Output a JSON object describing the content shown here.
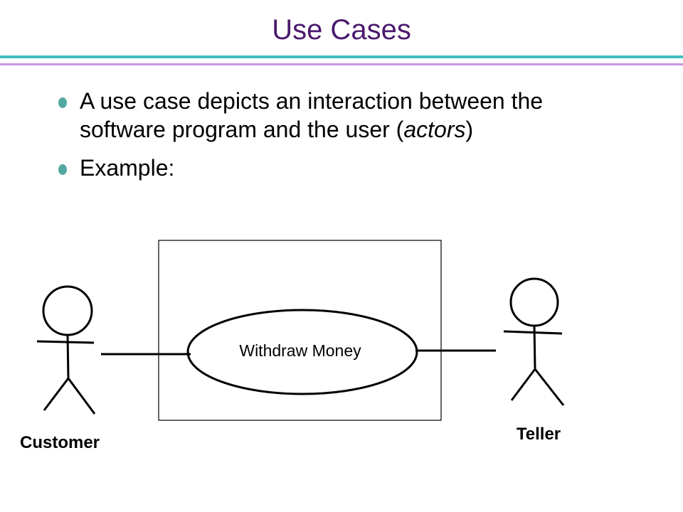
{
  "slide": {
    "title": "Use Cases"
  },
  "bullets": [
    {
      "text_before": "A use case depicts an interaction between the software program and the user (",
      "emphasis": "actors",
      "text_after": ")"
    },
    {
      "text_before": "Example:",
      "emphasis": "",
      "text_after": ""
    }
  ],
  "diagram": {
    "use_case": "Withdraw Money",
    "actors": {
      "left": "Customer",
      "right": "Teller"
    }
  },
  "colors": {
    "title": "#4b1a6e",
    "rule_teal": "#40c0c0",
    "rule_lilac": "#c896e6",
    "bullet": "#52a8a0"
  }
}
